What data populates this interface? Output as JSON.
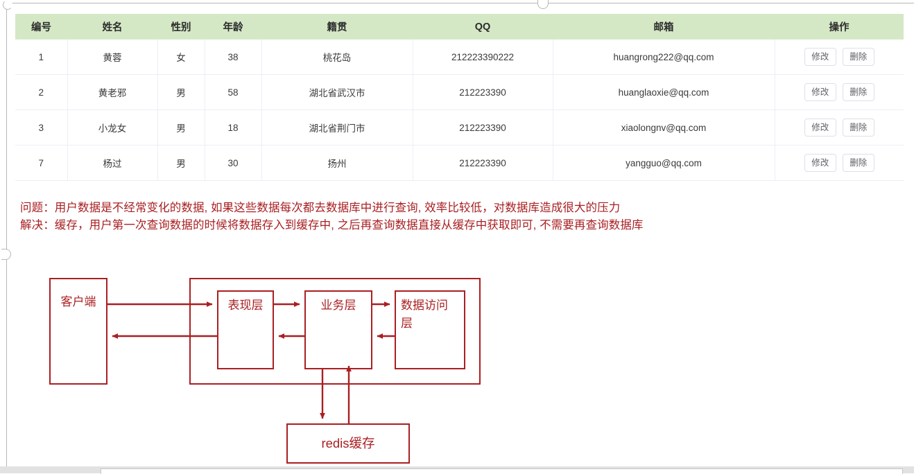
{
  "table": {
    "columns": [
      {
        "key": "id",
        "label": "编号"
      },
      {
        "key": "name",
        "label": "姓名"
      },
      {
        "key": "gender",
        "label": "性别"
      },
      {
        "key": "age",
        "label": "年龄"
      },
      {
        "key": "origin",
        "label": "籍贯"
      },
      {
        "key": "qq",
        "label": "QQ"
      },
      {
        "key": "email",
        "label": "邮箱"
      },
      {
        "key": "ops",
        "label": "操作"
      }
    ],
    "header_bg": "#d5e8c6",
    "rows": [
      {
        "id": "1",
        "name": "黄蓉",
        "gender": "女",
        "age": "38",
        "origin": "桃花岛",
        "qq": "212223390222",
        "email": "huangrong222@qq.com"
      },
      {
        "id": "2",
        "name": "黄老邪",
        "gender": "男",
        "age": "58",
        "origin": "湖北省武汉市",
        "qq": "212223390",
        "email": "huanglaoxie@qq.com"
      },
      {
        "id": "3",
        "name": "小龙女",
        "gender": "男",
        "age": "18",
        "origin": "湖北省荆门市",
        "qq": "212223390",
        "email": "xiaolongnv@qq.com"
      },
      {
        "id": "7",
        "name": "杨过",
        "gender": "男",
        "age": "30",
        "origin": "扬州",
        "qq": "212223390",
        "email": "yangguo@qq.com"
      }
    ],
    "row_actions": {
      "edit_label": "修改",
      "delete_label": "删除"
    }
  },
  "notes": {
    "color": "#a91f22",
    "lines": [
      "问题：用户数据是不经常变化的数据, 如果这些数据每次都去数据库中进行查询, 效率比较低，对数据库造成很大的压力",
      "解决：缓存，用户第一次查询数据的时候将数据存入到缓存中, 之后再查询数据直接从缓存中获取即可, 不需要再查询数据库"
    ]
  },
  "diagram": {
    "color": "#a91f22",
    "nodes": [
      {
        "key": "client",
        "label": "客户端"
      },
      {
        "key": "presentation",
        "label": "表现层"
      },
      {
        "key": "business",
        "label": "业务层"
      },
      {
        "key": "dao",
        "label": "数据访问\n层"
      },
      {
        "key": "dao_line1",
        "label": "数据访问"
      },
      {
        "key": "dao_line2",
        "label": "层"
      },
      {
        "key": "redis",
        "label": "redis缓存"
      }
    ]
  }
}
